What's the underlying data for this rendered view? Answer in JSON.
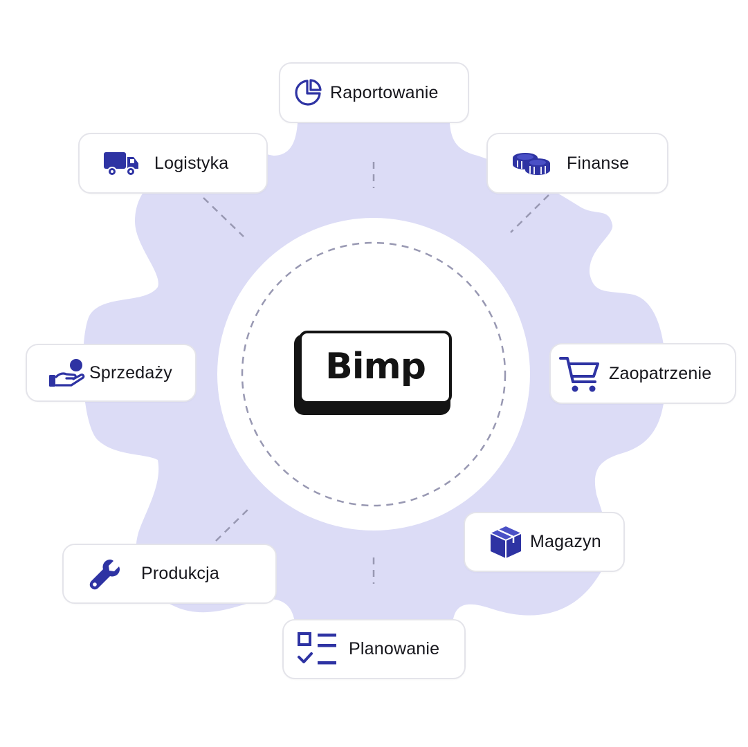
{
  "colors": {
    "gear": "#dcdcf6",
    "icon": "#2e33a3",
    "dash": "#9898b2",
    "card_border": "#e4e4ea",
    "logo": "#141414"
  },
  "center": {
    "logo_text": "Bimp"
  },
  "modules": [
    {
      "id": "raportowanie",
      "label": "Raportowanie",
      "icon": "pie-chart-icon"
    },
    {
      "id": "finanse",
      "label": "Finanse",
      "icon": "coins-icon"
    },
    {
      "id": "zaopatrzenie",
      "label": "Zaopatrzenie",
      "icon": "shopping-cart-icon"
    },
    {
      "id": "magazyn",
      "label": "Magazyn",
      "icon": "box-icon"
    },
    {
      "id": "planowanie",
      "label": "Planowanie",
      "icon": "checklist-icon"
    },
    {
      "id": "produkcja",
      "label": "Produkcja",
      "icon": "wrench-icon"
    },
    {
      "id": "sprzedazy",
      "label": "Sprzedaży",
      "icon": "hand-coin-icon"
    },
    {
      "id": "logistyka",
      "label": "Logistyka",
      "icon": "truck-icon"
    }
  ]
}
